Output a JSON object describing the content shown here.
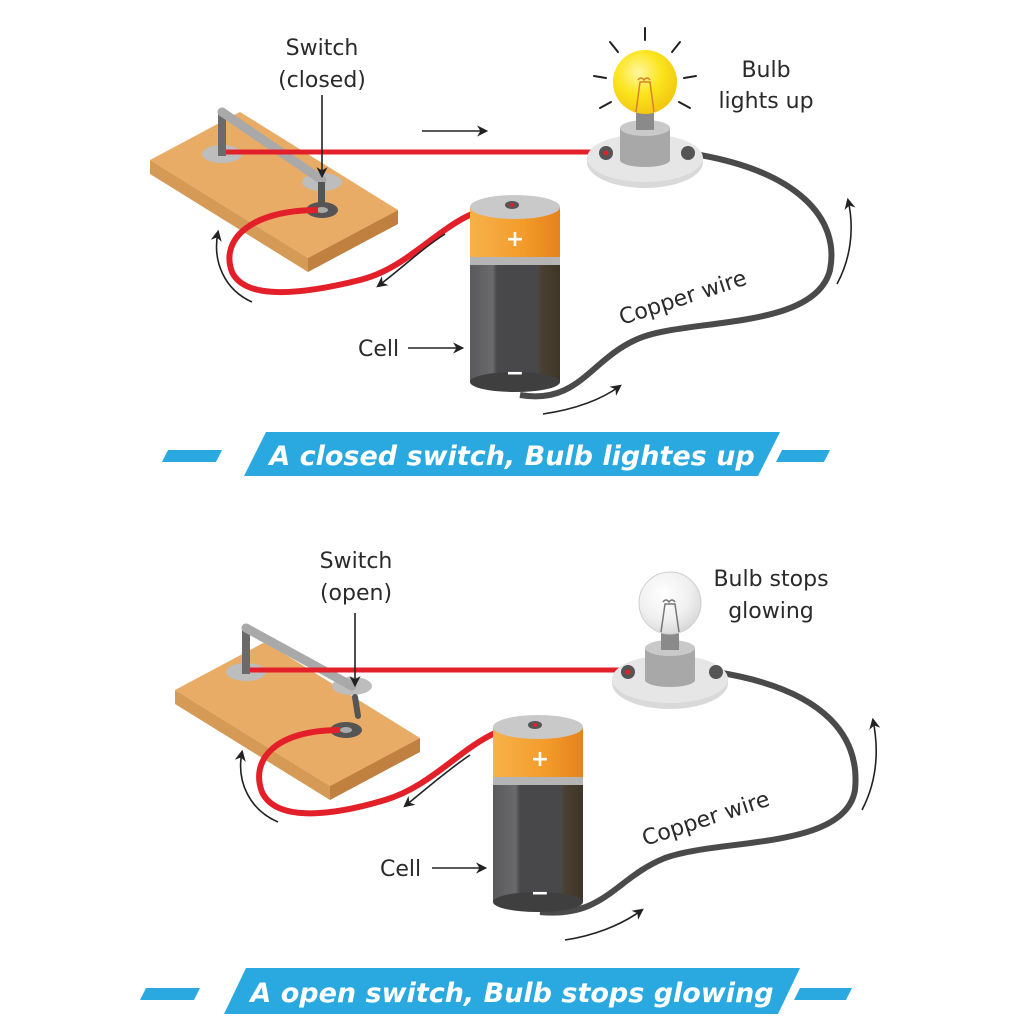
{
  "colors": {
    "banner": "#29a9e0",
    "wire_red": "#e3202a",
    "wire_black": "#4a4a4a",
    "board": "#e8ac66",
    "board_side": "#c98d4a",
    "cell_top": "#f39b2a",
    "cell_body": "#4a4a4c",
    "bulb_on": "#f9e01c",
    "bulb_off": "#eeeeee"
  },
  "panels": [
    {
      "state": "closed",
      "switch_label_line1": "Switch",
      "switch_label_line2": "(closed)",
      "bulb_label_line1": "Bulb",
      "bulb_label_line2": "lights up",
      "wire_label": "Copper wire",
      "cell_label": "Cell",
      "cell_plus": "+",
      "cell_minus": "−",
      "caption": "A closed switch, Bulb lightes up",
      "bulb_lit": true
    },
    {
      "state": "open",
      "switch_label_line1": "Switch",
      "switch_label_line2": "(open)",
      "bulb_label_line1": "Bulb stops",
      "bulb_label_line2": "glowing",
      "wire_label": "Copper wire",
      "cell_label": "Cell",
      "cell_plus": "+",
      "cell_minus": "−",
      "caption": "A open switch, Bulb stops glowing",
      "bulb_lit": false
    }
  ]
}
